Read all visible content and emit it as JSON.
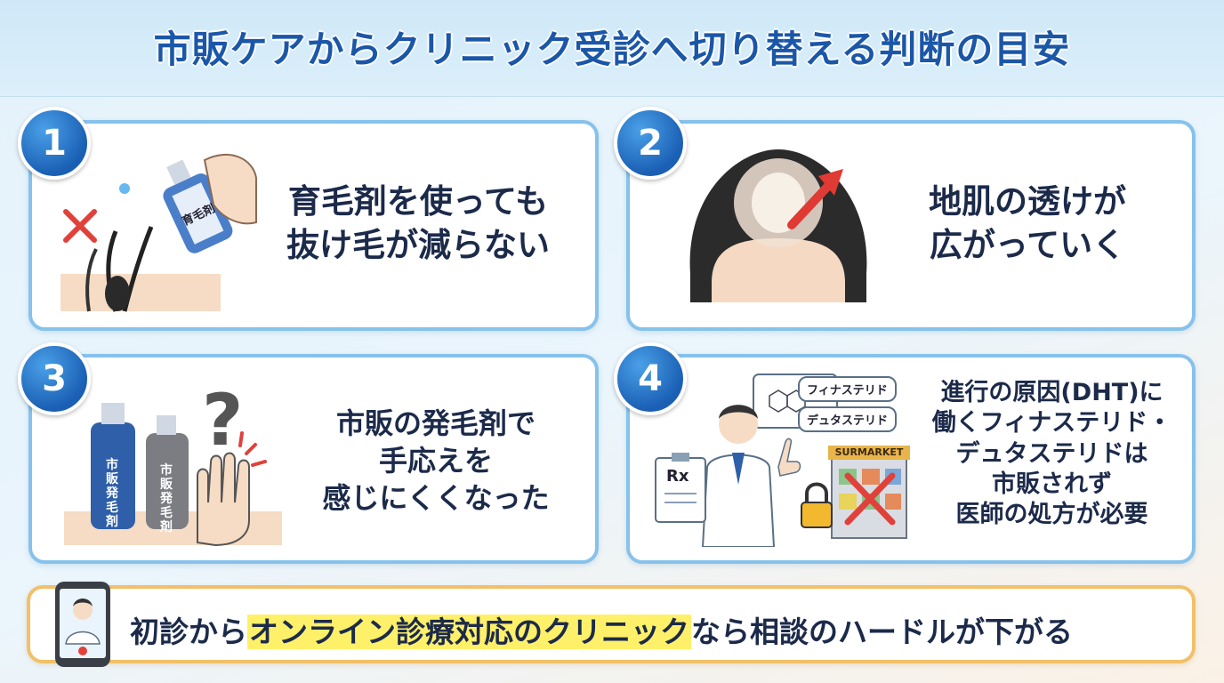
{
  "title": "市販ケアからクリニック受診へ切り替える判断の目安",
  "cards": [
    {
      "number": "1",
      "lines": [
        "育毛剤を使っても",
        "抜け毛が減らない"
      ],
      "bottle_label": "育毛剤"
    },
    {
      "number": "2",
      "lines": [
        "地肌の透けが",
        "広がっていく"
      ]
    },
    {
      "number": "3",
      "lines": [
        "市販の発毛剤で",
        "手応えを",
        "感じにくくなった"
      ],
      "bottle_labels": [
        "市販発毛剤",
        "市販発毛剤"
      ]
    },
    {
      "number": "4",
      "lines": [
        "進行の原因(DHT)に",
        "働くフィナステリド・",
        "デュタステリドは",
        "市販されず",
        "医師の処方が必要"
      ],
      "tags": [
        "フィナステリド",
        "デュタステリド"
      ],
      "store_sign": "SURMARKET",
      "rx": "Rx"
    }
  ],
  "footer": {
    "before": "初診から",
    "highlight": "オンライン診療対応のクリニック",
    "after": "なら相談のハードルが下がる"
  },
  "colors": {
    "accent": "#1b57a8",
    "card_border": "#86c2ec",
    "footer_border": "#f2c068",
    "highlight": "#fff06a"
  }
}
